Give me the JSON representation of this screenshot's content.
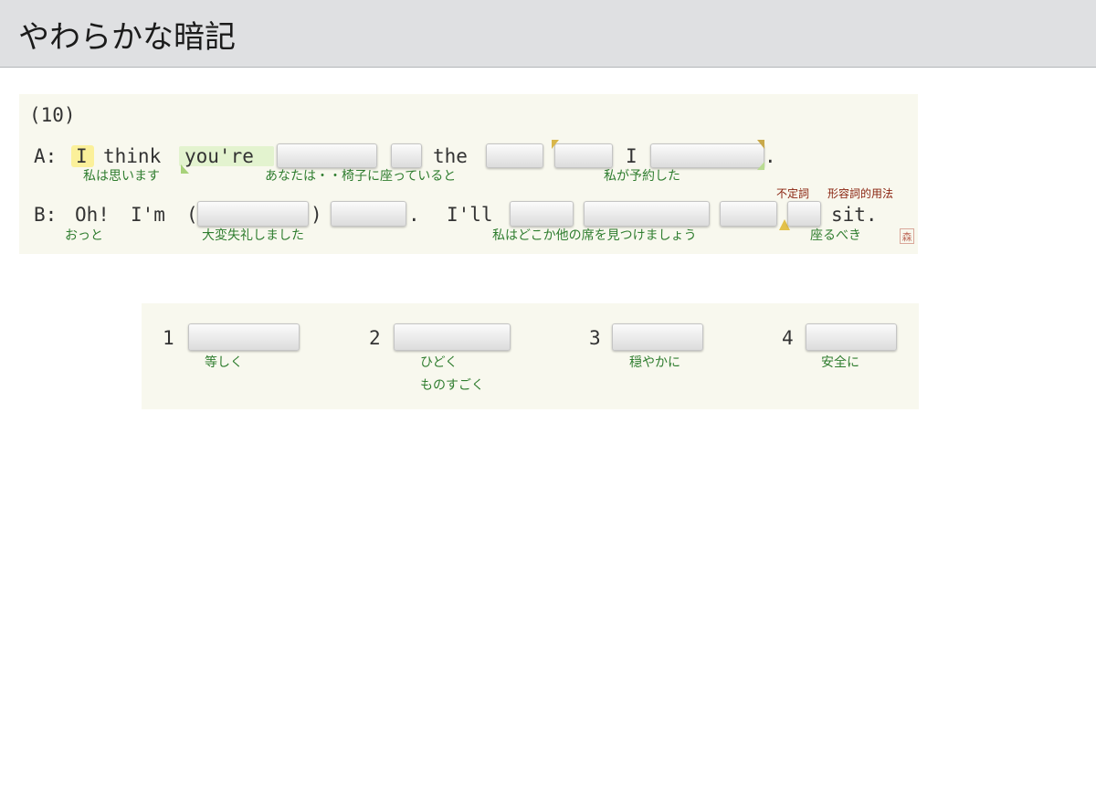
{
  "header": {
    "title": "やわらかな暗記"
  },
  "question": {
    "number": "(10)",
    "lineA": {
      "speaker": "A:",
      "w1": "I",
      "w2": "think",
      "w3": "you're",
      "w4": "the",
      "w5": "I",
      "end": ".",
      "gloss1": "私は思います",
      "gloss2": "あなたは・・椅子に座っていると",
      "gloss3": "私が予約した"
    },
    "lineB": {
      "speaker": "B:",
      "w1": "Oh!",
      "w2": "I'm",
      "paren_open": "(",
      "paren_close": ")",
      "period": ".",
      "w3": "I'll",
      "w4": "sit.",
      "gloss1": "おっと",
      "gloss2": "大変失礼しました",
      "gloss3": "私はどこか他の席を見つけましょう",
      "gloss4": "座るべき",
      "note1": "不定詞",
      "note2": "形容詞的用法"
    },
    "stamp": "森"
  },
  "choices": [
    {
      "num": "1",
      "gloss": "等しく"
    },
    {
      "num": "2",
      "gloss": "ひどく",
      "gloss2": "ものすごく"
    },
    {
      "num": "3",
      "gloss": "穏やかに"
    },
    {
      "num": "4",
      "gloss": "安全に"
    }
  ],
  "colors": {
    "gloss": "#2f7d2f",
    "note": "#8a2410",
    "highlight": "#fbf09a",
    "panel": "#f8f8ee",
    "header": "#dfe0e2"
  }
}
